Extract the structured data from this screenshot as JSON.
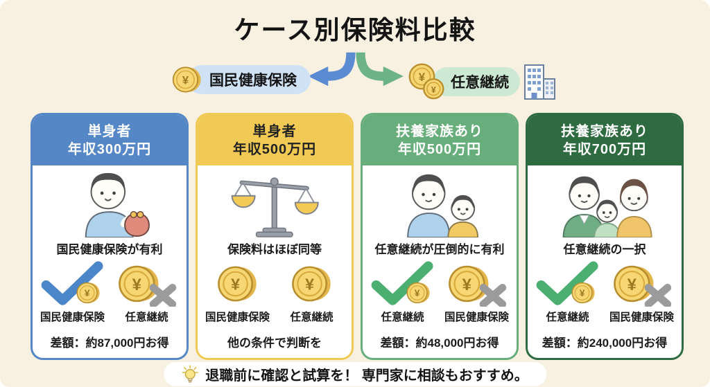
{
  "page": {
    "title": "ケース別保険料比較",
    "background_color": "#f8f1e2",
    "footer_note": "退職前に確認と試算を！ 専門家に相談もおすすめ。"
  },
  "icons": {
    "coin_symbol": "¥"
  },
  "legend": {
    "left": {
      "label": "国民健康保険",
      "pill_color": "#cfe2f6",
      "arrow_color": "#5b8bd0"
    },
    "right": {
      "label": "任意継続",
      "pill_color": "#cde9d4",
      "arrow_color": "#6cb487"
    }
  },
  "cards": [
    {
      "accent": "#5586c5",
      "header_text_color": "#ffffff",
      "title_line1": "単身者",
      "title_line2": "年収300万円",
      "illustration": "single-person-with-purse",
      "verdict": "国民健康保険が有利",
      "left_option": {
        "icon": "check-with-coin",
        "check_color": "#4a86c8",
        "label": "国民健康保険"
      },
      "right_option": {
        "icon": "coin-with-x",
        "x_color": "#9b9b9b",
        "label": "任意継続"
      },
      "footnote": "差額：約87,000円お得"
    },
    {
      "accent": "#f1ca55",
      "header_text_color": "#222222",
      "title_line1": "単身者",
      "title_line2": "年収500万円",
      "illustration": "balance-scale",
      "verdict": "保険料はほぼ同等",
      "left_option": {
        "icon": "coin",
        "label": "国民健康保険"
      },
      "right_option": {
        "icon": "coin",
        "label": "任意継続"
      },
      "footnote": "他の条件で判断を"
    },
    {
      "accent": "#68ae7c",
      "header_text_color": "#ffffff",
      "title_line1": "扶養家族あり",
      "title_line2": "年収500万円",
      "illustration": "parent-and-child",
      "verdict": "任意継続が圧倒的に有利",
      "left_option": {
        "icon": "check-with-coin",
        "check_color": "#4caf72",
        "label": "任意継続"
      },
      "right_option": {
        "icon": "coin-with-x",
        "x_color": "#9b9b9b",
        "label": "国民健康保険"
      },
      "footnote": "差額：約48,000円お得"
    },
    {
      "accent": "#2f6b40",
      "header_text_color": "#ffffff",
      "title_line1": "扶養家族あり",
      "title_line2": "年収700万円",
      "illustration": "family-of-three",
      "verdict": "任意継続の一択",
      "left_option": {
        "icon": "check-with-coin",
        "check_color": "#4caf72",
        "label": "任意継続"
      },
      "right_option": {
        "icon": "coin-with-x",
        "x_color": "#9b9b9b",
        "label": "国民健康保険"
      },
      "footnote": "差額：約240,000円お得"
    }
  ]
}
